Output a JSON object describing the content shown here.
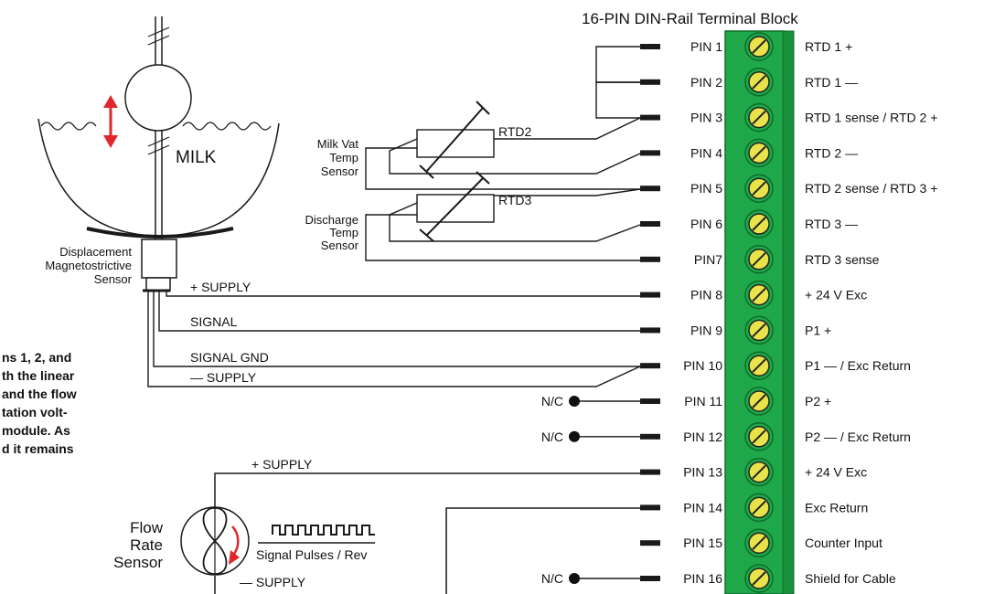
{
  "title": "16-PIN DIN-Rail Terminal Block",
  "colors": {
    "terminal_green": "#1fa84a",
    "terminal_dark": "#0f6b2a",
    "screw_yellow": "#e8e34a",
    "arrow_red": "#e0262b",
    "wire": "#1a1a1a"
  },
  "pins": [
    {
      "pin": "PIN 1",
      "function": "RTD 1 +"
    },
    {
      "pin": "PIN 2",
      "function": "RTD 1 —"
    },
    {
      "pin": "PIN 3",
      "function": "RTD 1 sense / RTD 2 +"
    },
    {
      "pin": "PIN 4",
      "function": "RTD 2 —"
    },
    {
      "pin": "PIN 5",
      "function": "RTD 2 sense / RTD 3 +"
    },
    {
      "pin": "PIN 6",
      "function": "RTD 3 —"
    },
    {
      "pin": "PIN7",
      "function": "RTD 3 sense"
    },
    {
      "pin": "PIN 8",
      "function": "+ 24 V Exc"
    },
    {
      "pin": "PIN 9",
      "function": "P1 +"
    },
    {
      "pin": "PIN 10",
      "function": "P1 — / Exc Return"
    },
    {
      "pin": "PIN 11",
      "function": "P2 +"
    },
    {
      "pin": "PIN 12",
      "function": "P2 — / Exc Return"
    },
    {
      "pin": "PIN 13",
      "function": "+ 24 V Exc"
    },
    {
      "pin": "PIN 14",
      "function": "Exc Return"
    },
    {
      "pin": "PIN 15",
      "function": "Counter Input"
    },
    {
      "pin": "PIN 16",
      "function": "Shield for Cable"
    }
  ],
  "nc_label": "N/C",
  "rtd2": {
    "label": "RTD2",
    "sensor_lines": [
      "Milk Vat",
      "Temp",
      "Sensor"
    ]
  },
  "rtd3": {
    "label": "RTD3",
    "sensor_lines": [
      "Discharge",
      "Temp",
      "Sensor"
    ]
  },
  "vat": {
    "liquid_label": "MILK",
    "sensor_lines": [
      "Displacement",
      "Magnetostrictive",
      "Sensor"
    ]
  },
  "wires": {
    "supply_plus": "+ SUPPLY",
    "signal": "SIGNAL",
    "signal_gnd": "SIGNAL GND",
    "supply_minus": "— SUPPLY"
  },
  "flow": {
    "sensor_lines": [
      "Flow",
      "Rate",
      "Sensor"
    ],
    "pulses_label": "Signal Pulses / Rev"
  },
  "note_lines": [
    "ns 1, 2, and",
    "th the linear",
    "and the flow",
    "tation volt-",
    " module. As",
    "d it remains"
  ]
}
